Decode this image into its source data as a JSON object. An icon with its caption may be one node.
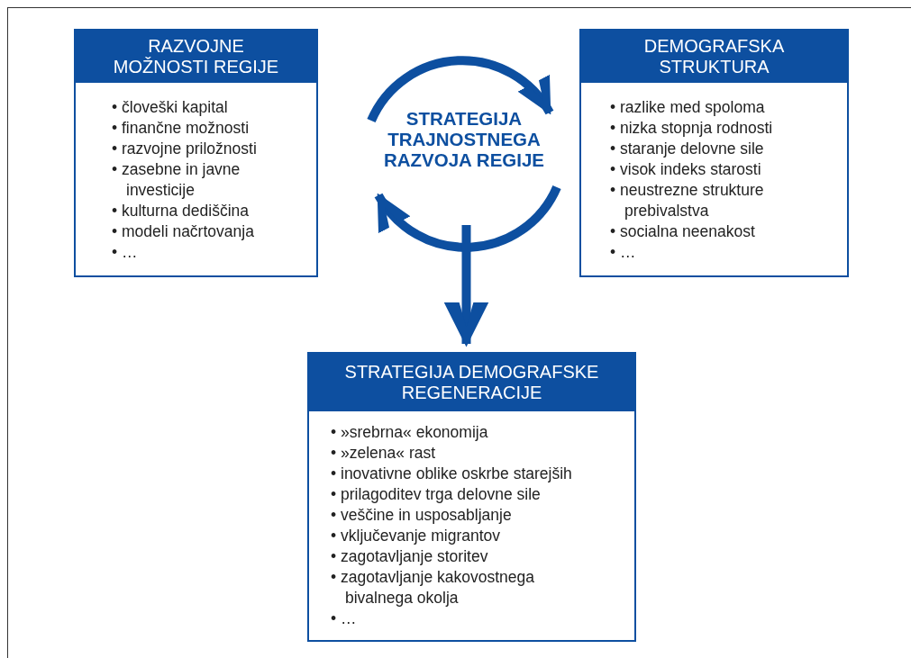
{
  "diagram": {
    "nodes": [
      {
        "text": [
          "RAZVOJNE MOŽNOSTI REGIJE",
          "• človeški kapital",
          "• finančne možnosti",
          "• razvojne priložnosti",
          "• zasebne in javne investicije",
          "• kulturna dediščina",
          "• modeli načrtovanja",
          "• …"
        ]
      },
      {
        "text": [
          "DEMOGRAFSKA STRUKTURA",
          "• razlike med spoloma",
          "• nizka stopnja rodnosti",
          "• staranje delovne sile",
          "• visok indeks starosti",
          "• neustrezne strukture prebivalstva",
          "• socialna neenakost",
          "• …"
        ]
      },
      {
        "text": [
          "STRATEGIJA TRAJNOSTNEGA RAZVOJA REGIJE"
        ]
      },
      {
        "text": [
          "STRATEGIJA DEMOGRAFSKE REGENERACIJE",
          "• »srebrna« ekonomija",
          "• »zelena« rast",
          "• inovativne oblike oskrbe starejših",
          "• prilagoditev trga delovne sile",
          "• veščine in usposabljanje",
          "• vključevanje migrantov",
          "• zagotavljanje storitev",
          "• zagotavljanje kakovostnega bivalnega okolja",
          "• …"
        ]
      }
    ],
    "edges": [
      {
        "from": 2,
        "to": 3,
        "arrow": "to"
      }
    ]
  }
}
